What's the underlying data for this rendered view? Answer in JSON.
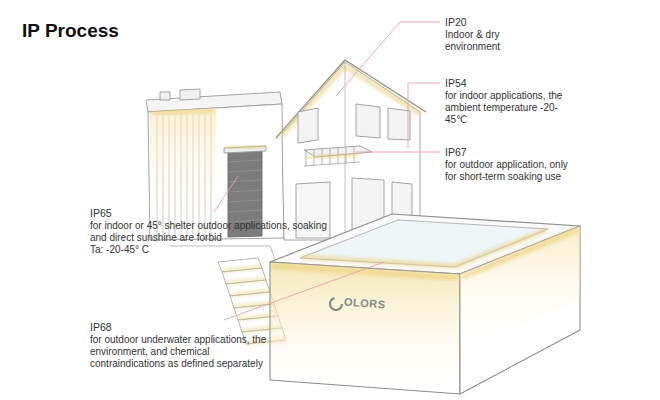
{
  "diagram": {
    "title": "IP Process",
    "labels": [
      "IP20",
      "Indoor & dry environment",
      "IP54",
      "for indoor applications, the ambient temperature -20-45℃",
      "IP67",
      "for outdoor application, only for short-term soaking use",
      "IP65",
      "for indoor or 45° shelter outdoor applications, soaking and direct sunshine are forbid",
      "Ta: -20-45° C",
      "IP68",
      "for outdoor underwater applications, the environment, and chemical contraindications as defined separately",
      "OLORS"
    ]
  }
}
